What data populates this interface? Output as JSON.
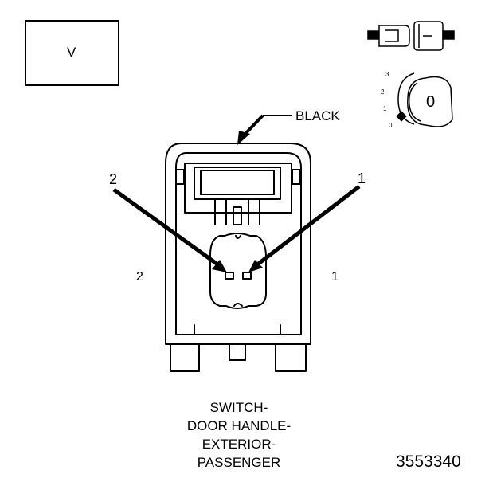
{
  "view_label": "V",
  "connector_color": "BLACK",
  "pins": {
    "callout_left": "2",
    "callout_right": "1",
    "side_left": "2",
    "side_right": "1"
  },
  "lock_indicator": {
    "positions": [
      "3",
      "2",
      "1",
      "0"
    ],
    "key_label": "0"
  },
  "caption_lines": [
    "SWITCH-",
    "DOOR HANDLE-",
    "EXTERIOR-",
    "PASSENGER"
  ],
  "figure_id": "3553340",
  "line_color": "#000000",
  "background_color": "#ffffff"
}
